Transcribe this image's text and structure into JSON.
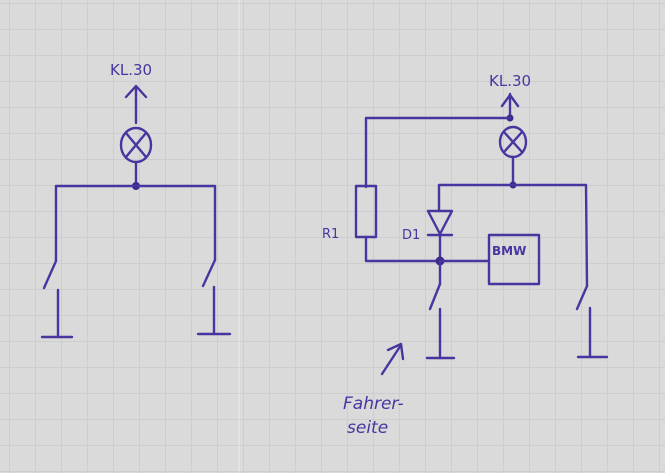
{
  "title": "Hand-drawn circuit diagram on graph paper",
  "ink_color": "#4a35a0",
  "paper_color": "#d9dad9",
  "left_circuit": {
    "supply_label": "KL.30",
    "components": [
      "lamp",
      "switch-left",
      "switch-right",
      "ground-left",
      "ground-right"
    ]
  },
  "right_circuit": {
    "supply_label": "KL.30",
    "resistor_label": "R1",
    "diode_label": "D1",
    "module_label": "BMW",
    "annotation_line1": "Fahrer-",
    "annotation_line2": "seite",
    "components": [
      "lamp",
      "resistor",
      "diode",
      "bmw-module",
      "switch-driver",
      "switch-passenger",
      "ground-driver",
      "ground-passenger"
    ]
  }
}
